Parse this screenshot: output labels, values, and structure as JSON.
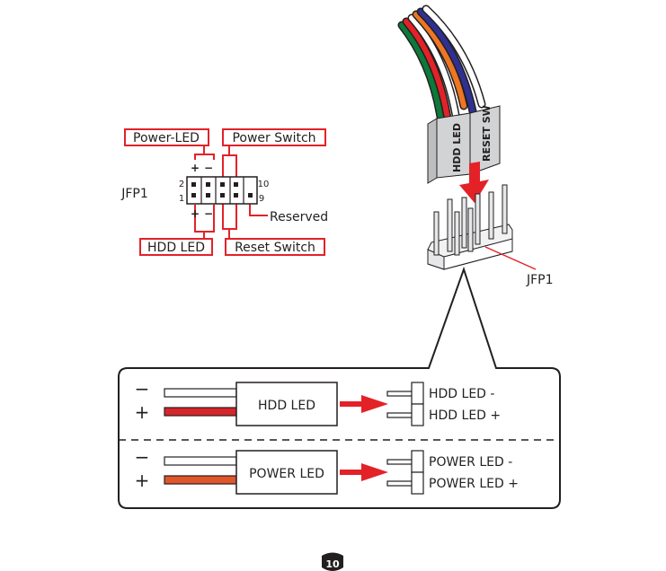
{
  "pinout": {
    "header_name": "JFP1",
    "pin_numbers": {
      "top_left": "2",
      "bottom_left": "1",
      "top_right": "10",
      "bottom_right": "9"
    },
    "labels": {
      "power_led": "Power-LED",
      "power_switch": "Power Switch",
      "hdd_led": "HDD LED",
      "reset_switch": "Reset Switch",
      "reserved": "Reserved"
    },
    "polarity": {
      "plus": "+",
      "minus": "−"
    }
  },
  "illustration": {
    "connector_labels": [
      "HDD LED",
      "RESET SW"
    ],
    "header_label": "JFP1"
  },
  "detail_box": {
    "rows": [
      {
        "plug_label": "HDD LED",
        "wire_minus": "−",
        "wire_plus": "+",
        "pin_labels": [
          "HDD LED -",
          "HDD LED +"
        ],
        "plus_wire_color": "#d7262b"
      },
      {
        "plug_label": "POWER LED",
        "wire_minus": "−",
        "wire_plus": "+",
        "pin_labels": [
          "POWER LED -",
          "POWER LED +"
        ],
        "plus_wire_color": "#e0562a"
      }
    ]
  },
  "page_number": "10",
  "colors": {
    "accent_red": "#e32228",
    "stroke": "#231f20"
  }
}
